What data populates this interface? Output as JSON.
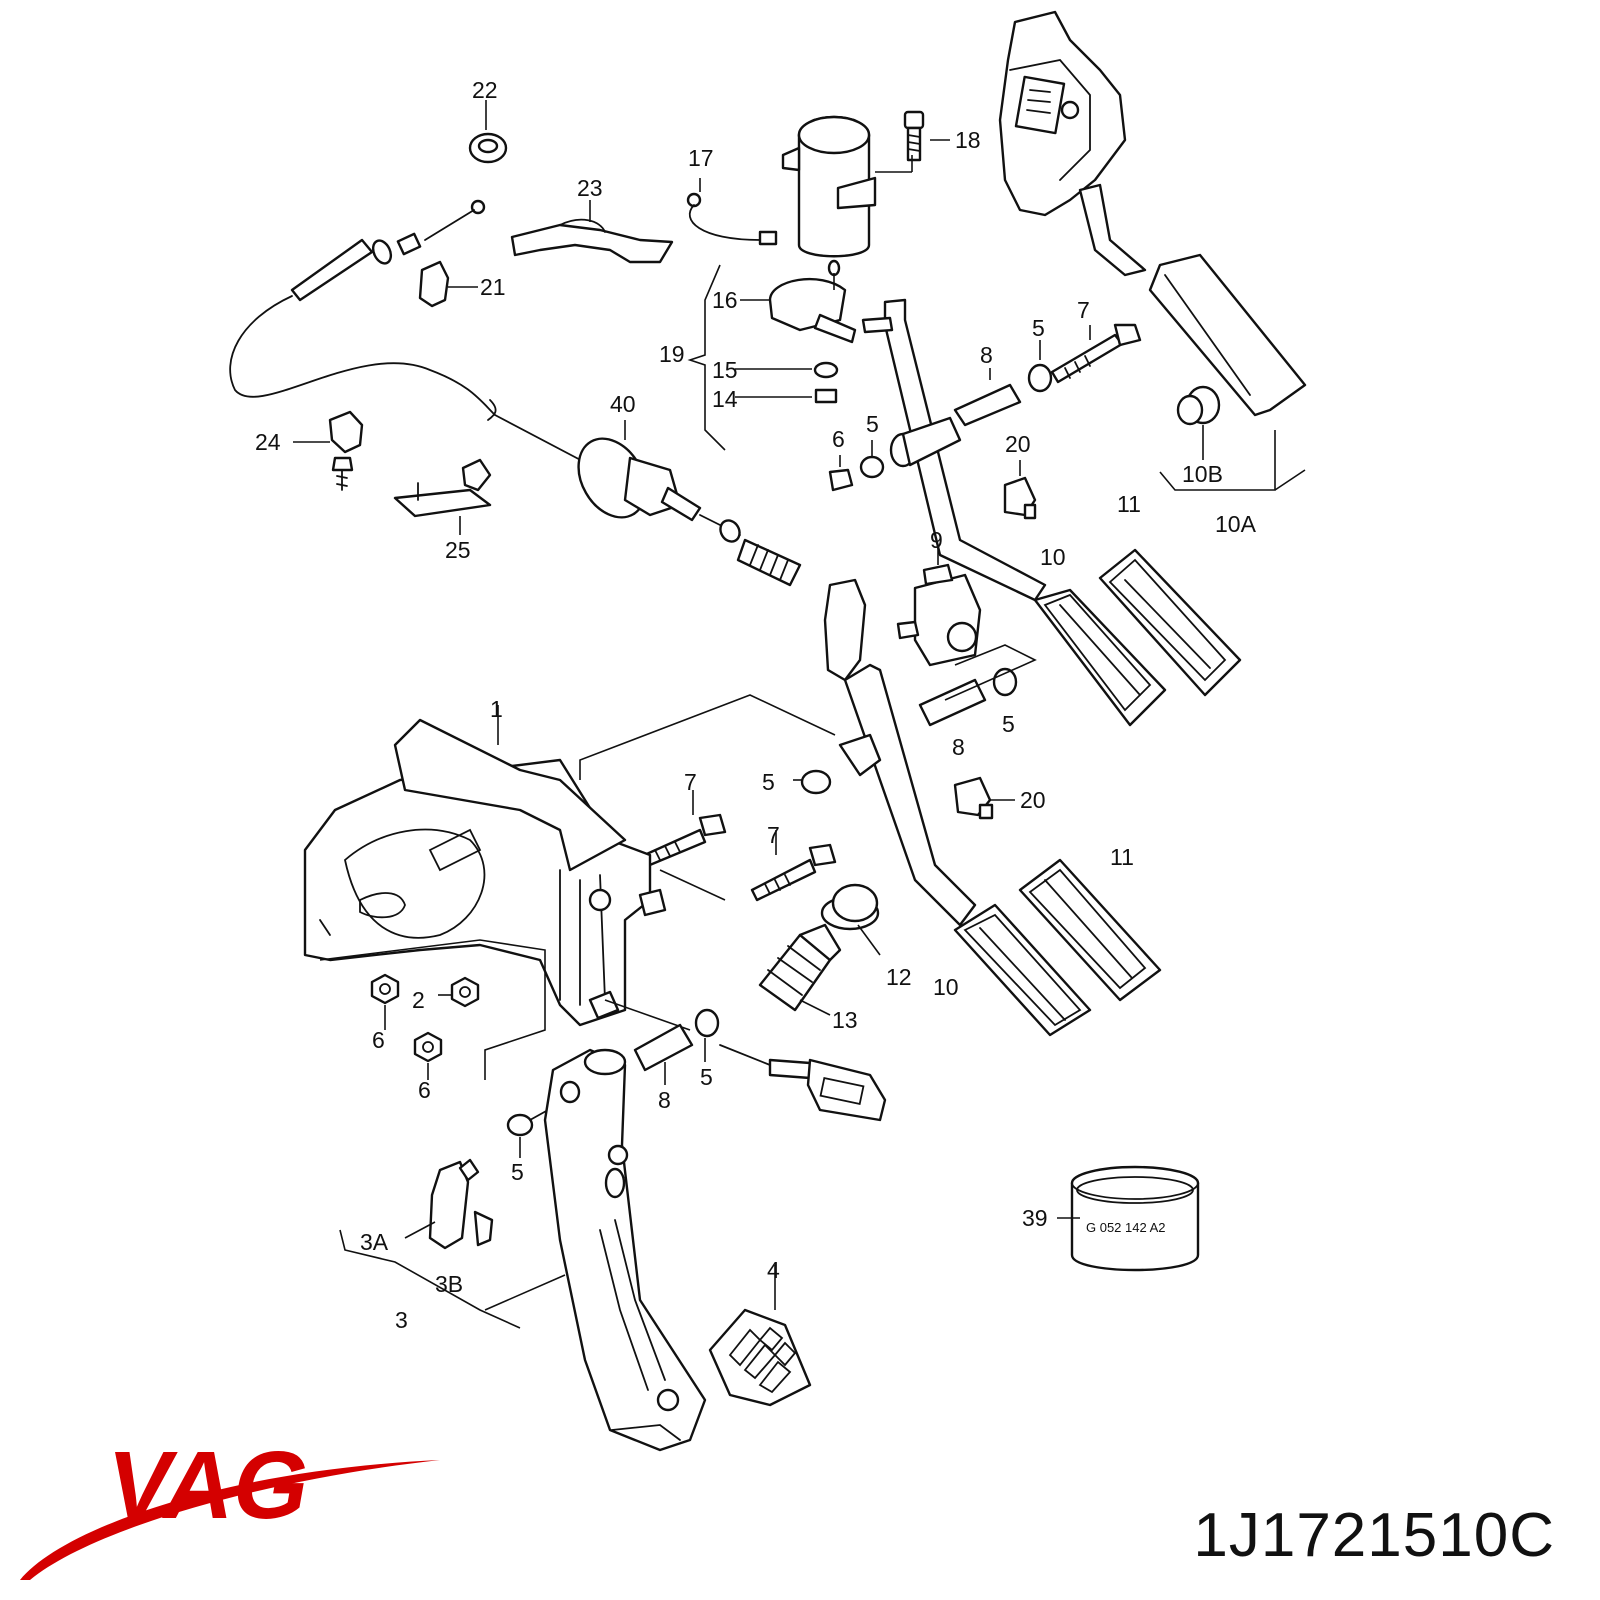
{
  "brand": {
    "name": "VAG",
    "color": "#d40000"
  },
  "part_number": "1J1721510C",
  "ring_marking": "G 052 142 A2",
  "callouts": {
    "c1": "1",
    "c2": "2",
    "c3": "3",
    "c3A": "3A",
    "c3B": "3B",
    "c4": "4",
    "c5a": "5",
    "c5b": "5",
    "c5c": "5",
    "c5d": "5",
    "c5e": "5",
    "c5f": "5",
    "c6a": "6",
    "c6b": "6",
    "c6c": "6",
    "c7a": "7",
    "c7b": "7",
    "c7c": "7",
    "c8a": "8",
    "c8b": "8",
    "c8c": "8",
    "c9": "9",
    "c10a": "10",
    "c10b": "10",
    "c10A": "10A",
    "c10B": "10B",
    "c11a": "11",
    "c11b": "11",
    "c12": "12",
    "c13": "13",
    "c14": "14",
    "c15": "15",
    "c16": "16",
    "c17": "17",
    "c18": "18",
    "c19": "19",
    "c20a": "20",
    "c20b": "20",
    "c21": "21",
    "c22": "22",
    "c23": "23",
    "c24": "24",
    "c25": "25",
    "c39": "39",
    "c40": "40"
  }
}
